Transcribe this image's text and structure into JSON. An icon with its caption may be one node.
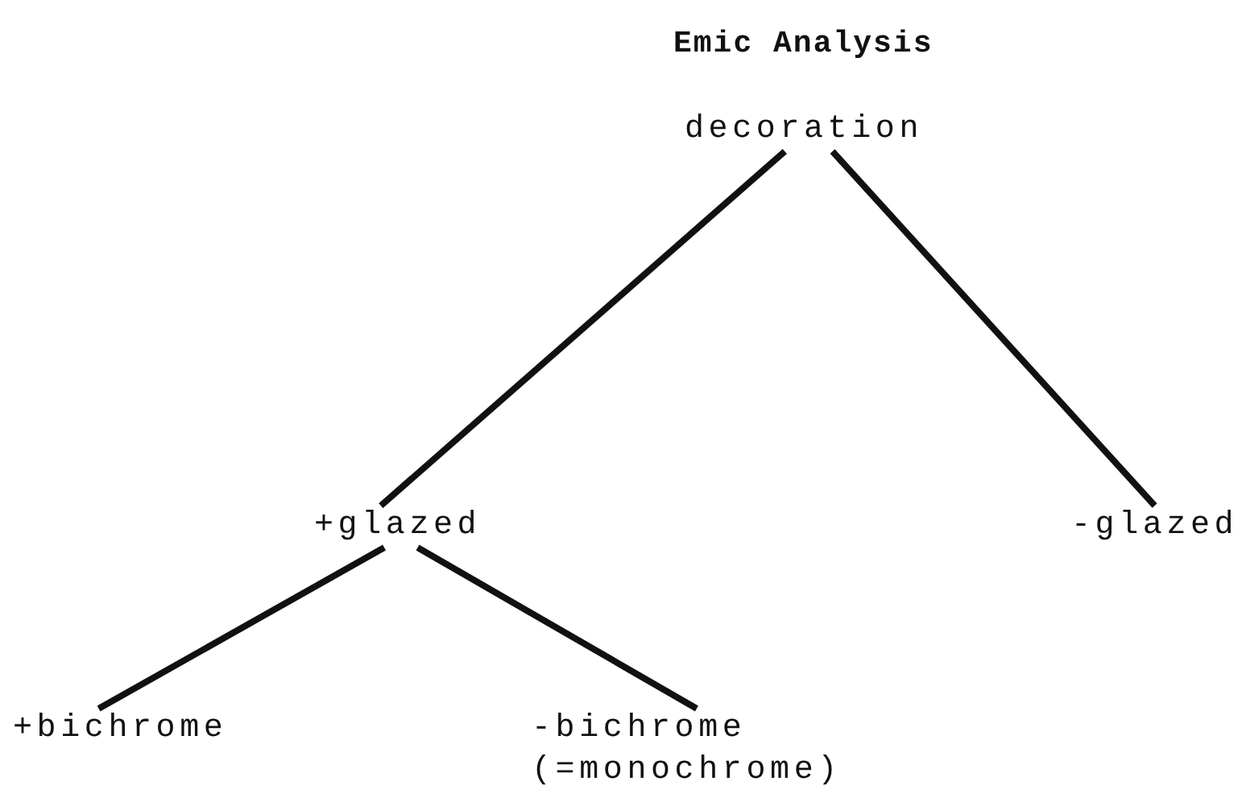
{
  "diagram": {
    "title": "Emic Analysis",
    "nodes": [
      {
        "text": [
          "decoration"
        ]
      },
      {
        "text": [
          "+glazed"
        ]
      },
      {
        "text": [
          "-glazed"
        ]
      },
      {
        "text": [
          "+bichrome"
        ]
      },
      {
        "text": [
          "-bichrome (=monochrome)"
        ]
      }
    ],
    "edges": [
      {
        "from": 0,
        "to": 1,
        "arrow": "none"
      },
      {
        "from": 0,
        "to": 2,
        "arrow": "none"
      },
      {
        "from": 1,
        "to": 3,
        "arrow": "none"
      },
      {
        "from": 1,
        "to": 4,
        "arrow": "none"
      }
    ]
  }
}
